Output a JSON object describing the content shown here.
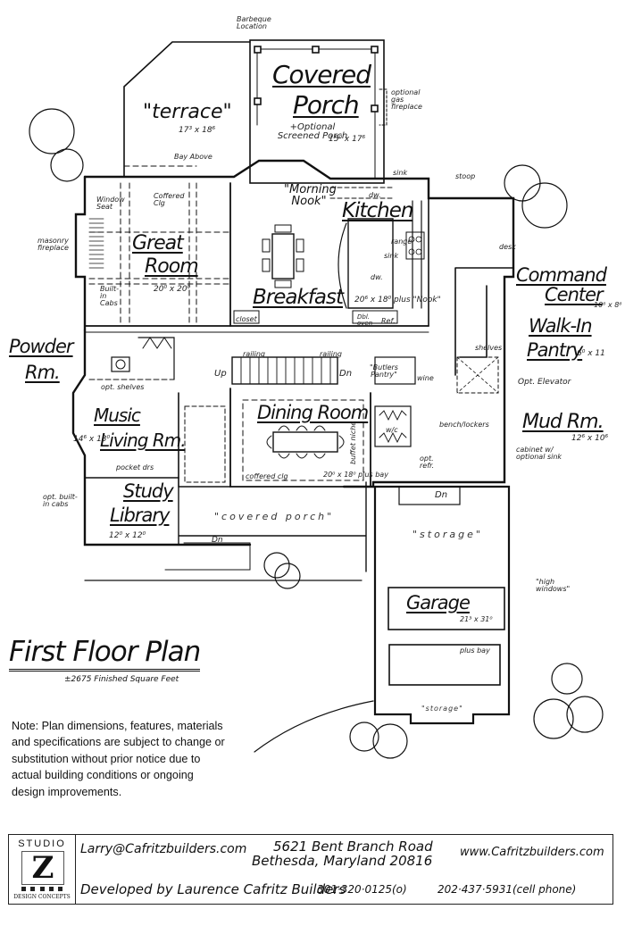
{
  "plan": {
    "title": "First Floor Plan",
    "subtitle": "±2675 Finished Square Feet",
    "disclaimer": "Note: Plan dimensions, features, materials and specifications are subject to change or substitution without prior notice due to actual building conditions or ongoing design improvements."
  },
  "rooms": {
    "covered_porch_top": {
      "name_line1": "Covered",
      "name_line2": "Porch",
      "note": "+Optional Screened Porch",
      "dim": "15⁰ x 17⁶"
    },
    "terrace": {
      "name": "\"terrace\"",
      "dim": "17³ x 18⁶"
    },
    "great_room": {
      "name_line1": "Great",
      "name_line2": "Room",
      "dim": "20⁰ x 20⁰"
    },
    "morning_nook": {
      "name": "\"Morning Nook\""
    },
    "kitchen": {
      "name": "Kitchen",
      "dim": "20⁶ x 18⁰ plus \"Nook\""
    },
    "breakfast": {
      "name": "Breakfast"
    },
    "command_center": {
      "name_line1": "Command",
      "name_line2": "Center",
      "dim": "10⁶ x 8⁶"
    },
    "walk_in_pantry": {
      "name_line1": "Walk-In",
      "name_line2": "Pantry",
      "dim": "6⁰ x 11"
    },
    "powder_room": {
      "name_line1": "Powder",
      "name_line2": "Rm."
    },
    "music_living": {
      "name_line1": "Music",
      "name_line2": "Living Rm.",
      "dim": "14⁶ x 13⁰"
    },
    "dining_room": {
      "name": "Dining Room",
      "dim": "20⁰ x 18⁰ plus bay"
    },
    "butlers_pantry": {
      "name": "\"Butlers Pantry\""
    },
    "mud_room": {
      "name": "Mud Rm.",
      "dim": "12⁶ x 10⁶"
    },
    "study_library": {
      "name_line1": "Study",
      "name_line2": "Library",
      "dim": "12⁰ x 12⁰"
    },
    "covered_porch_front": {
      "name": "\"covered porch\""
    },
    "garage": {
      "name": "Garage",
      "dim": "21³ x 31⁰",
      "plus_bay": "plus bay",
      "storage_top": "\"storage\"",
      "storage_bottom": "\"storage\""
    }
  },
  "annotations": {
    "barbeque": "Barbeque Location",
    "bay_above": "Bay Above",
    "window_seat": "Window Seat",
    "coffered_clg": "Coffered Clg",
    "masonry_fireplace": "masonry fireplace",
    "built_in_cabs": "Built-in Cabs",
    "optional_gas_fireplace": "optional gas fireplace",
    "sink": "sink",
    "stoop": "stoop",
    "range": "range",
    "island_sink": "sink",
    "dw": "dw.",
    "dw2": "dw.",
    "closet": "closet",
    "dbl_oven": "Dbl. oven",
    "ref": "Ref.",
    "desk": "desk",
    "shelves": "shelves",
    "opt_elevator": "Opt. Elevator",
    "bench_lockers": "bench/lockers",
    "cabinet_sink": "cabinet w/ optional sink",
    "opt_shelves": "opt. shelves",
    "pocket_drs": "pocket drs",
    "opt_built_in_cabs": "opt. built-in cabs",
    "railing_left": "railing",
    "railing_right": "railing",
    "up": "Up",
    "dn_stair": "Dn",
    "dn_garage": "Dn",
    "dn_porch": "Dn",
    "wine": "wine",
    "wic": "w/c",
    "opt_refr": "opt. refr.",
    "buffet_niche": "buffet niche",
    "coffered_clg_dining": "coffered clg",
    "high_windows": "\"high windows\""
  },
  "titleblock": {
    "logo_top": "STUDIO",
    "logo_letter": "Z",
    "logo_bottom": "DESIGN CONCEPTS",
    "email": "Larry@Cafritzbuilders.com",
    "address_line1": "5621 Bent Branch Road",
    "address_line2": "Bethesda, Maryland 20816",
    "website": "www.Cafritzbuilders.com",
    "developer": "Developed by Laurence Cafritz Builders",
    "phone_office": "301·320·0125(o)",
    "phone_cell": "202·437·5931(cell phone)"
  }
}
